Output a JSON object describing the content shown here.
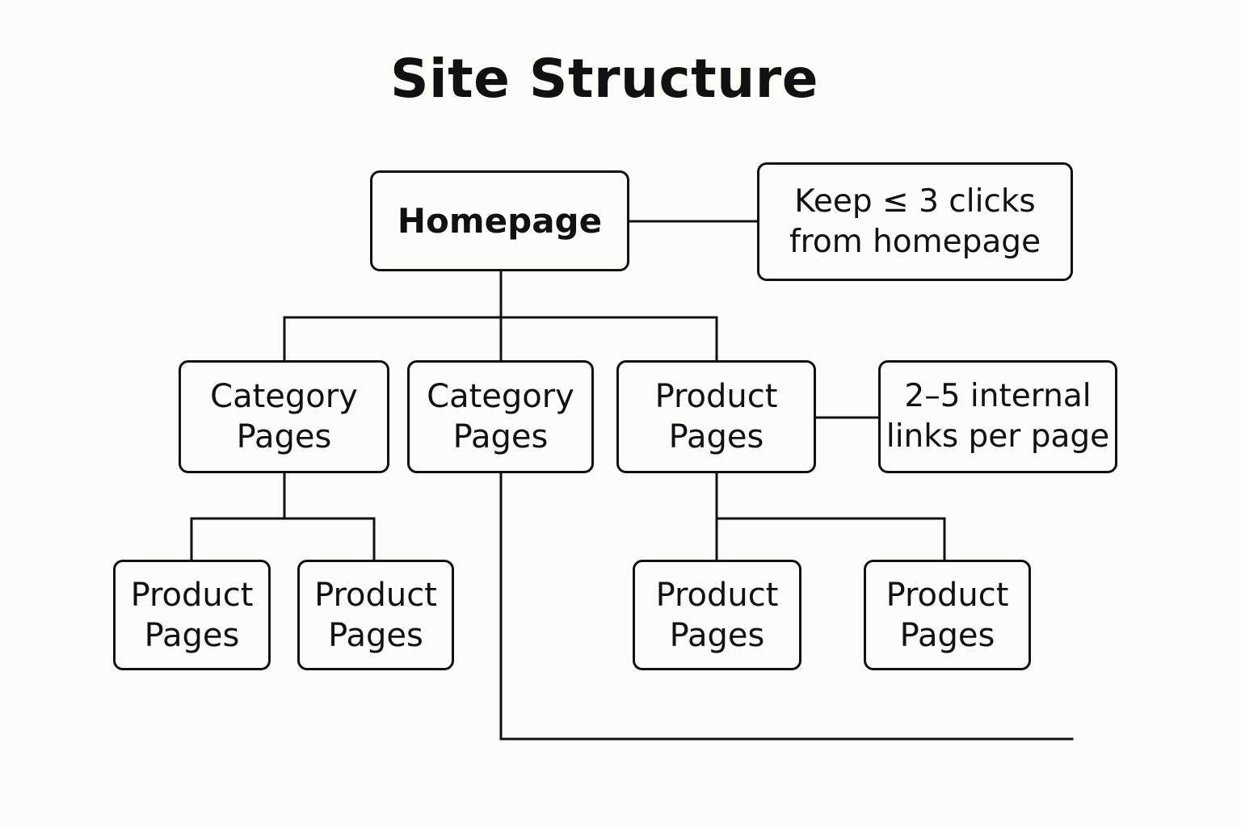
{
  "title": "Site Structure",
  "nodes": {
    "homepage": {
      "lines": [
        "Homepage"
      ]
    },
    "clicks_note": {
      "lines": [
        "Keep ≤ 3 clicks",
        "from homepage"
      ]
    },
    "category_left": {
      "lines": [
        "Category",
        "Pages"
      ]
    },
    "category_middle": {
      "lines": [
        "Category",
        "Pages"
      ]
    },
    "product_mid": {
      "lines": [
        "Product",
        "Pages"
      ]
    },
    "links_note": {
      "lines": [
        "2–5 internal",
        "links per page"
      ]
    },
    "product_1": {
      "lines": [
        "Product",
        "Pages"
      ]
    },
    "product_2": {
      "lines": [
        "Product",
        "Pages"
      ]
    },
    "product_3": {
      "lines": [
        "Product",
        "Pages"
      ]
    },
    "product_4": {
      "lines": [
        "Product",
        "Pages"
      ]
    }
  },
  "colors": {
    "background": "#fcfcf8",
    "stroke": "#111111"
  }
}
